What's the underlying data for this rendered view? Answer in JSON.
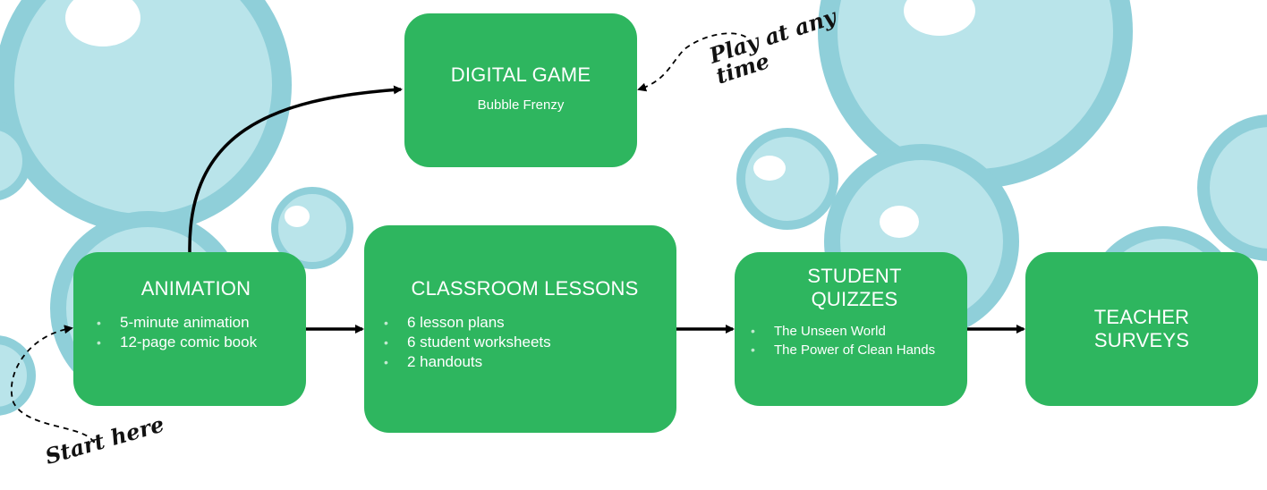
{
  "colors": {
    "box": "#2eb65f",
    "bubble": "#b9e4ea",
    "bubble_edge": "#8fcfd9",
    "arrow": "#000000"
  },
  "boxes": {
    "game": {
      "title": "DIGITAL GAME",
      "subtitle": "Bubble Frenzy"
    },
    "animation": {
      "title": "ANIMATION",
      "items": [
        "5-minute animation",
        "12-page comic book"
      ]
    },
    "lessons": {
      "title": "CLASSROOM LESSONS",
      "items": [
        "6 lesson plans",
        "6 student worksheets",
        "2 handouts"
      ]
    },
    "quizzes": {
      "title": "STUDENT QUIZZES",
      "items": [
        "The Unseen World",
        "The Power of Clean Hands"
      ]
    },
    "surveys": {
      "title": "TEACHER SURVEYS"
    }
  },
  "notes": {
    "play": "Play at any time",
    "start": "Start here"
  }
}
